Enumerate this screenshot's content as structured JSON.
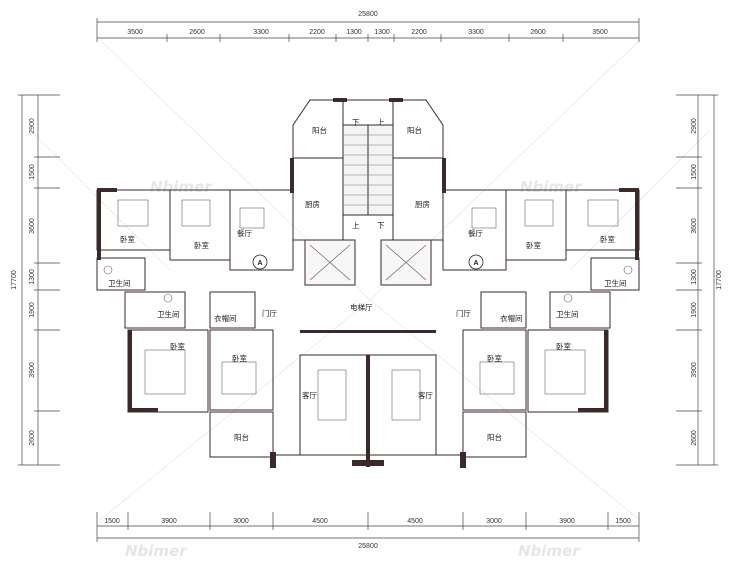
{
  "top": {
    "total": "25800",
    "segments": [
      "3500",
      "2600",
      "3300",
      "2200",
      "1300",
      "1300",
      "2200",
      "3300",
      "2600",
      "3500"
    ]
  },
  "bottom": {
    "total": "25800",
    "segments": [
      "1500",
      "3900",
      "3000",
      "4500",
      "4500",
      "3000",
      "3900",
      "1500"
    ]
  },
  "left": {
    "total": "17700",
    "segments": [
      "2900",
      "1500",
      "3600",
      "1300",
      "1900",
      "3900",
      "2600"
    ]
  },
  "right": {
    "total": "17700",
    "segments": [
      "2900",
      "1500",
      "3600",
      "1300",
      "1900",
      "3900",
      "2600"
    ]
  },
  "rooms": {
    "balcony": "阳台",
    "kitchen": "厨房",
    "dining": "餐厅",
    "bedroom": "卧室",
    "bathroom": "卫生间",
    "closet": "衣帽间",
    "hall": "门厅",
    "elevator_hall": "电梯厅",
    "living": "客厅",
    "down": "下",
    "up": "上"
  },
  "unit_badge": "A",
  "watermark": "Nbimer"
}
